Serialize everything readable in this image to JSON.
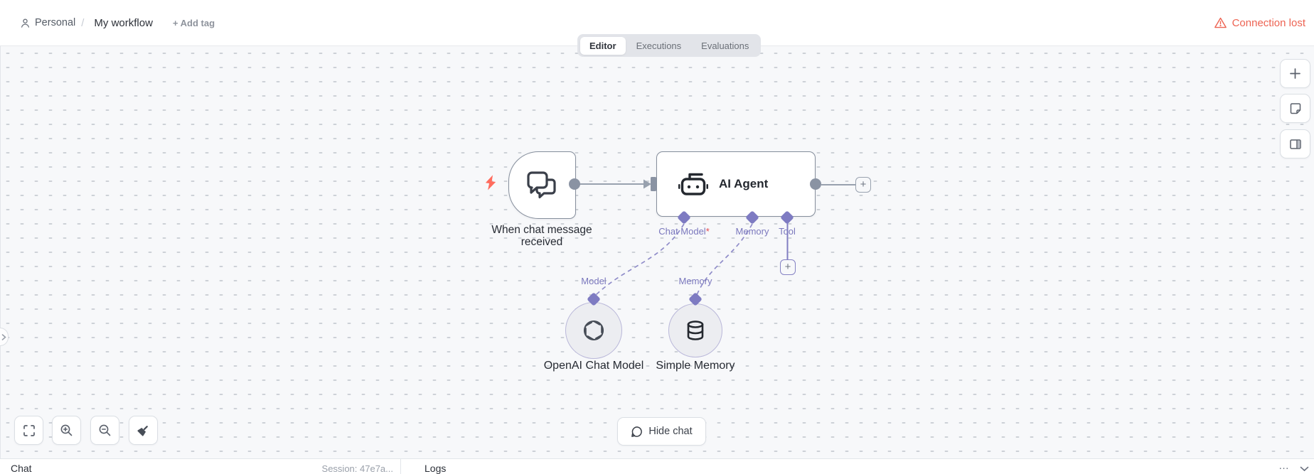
{
  "header": {
    "breadcrumb": {
      "project": "Personal",
      "separator": "/",
      "workflow_name": "My workflow",
      "add_tag_label": "+ Add tag"
    },
    "connection_status": {
      "label": "Connection lost",
      "color": "#ed6352"
    }
  },
  "tabs": [
    {
      "label": "Editor",
      "active": true
    },
    {
      "label": "Executions",
      "active": false
    },
    {
      "label": "Evaluations",
      "active": false
    }
  ],
  "canvas": {
    "trigger_node": {
      "label": "When chat message received",
      "icon": "chat-bubbles-icon"
    },
    "agent_node": {
      "title": "AI Agent",
      "icon": "robot-icon",
      "inputs": [
        {
          "label": "Chat Model",
          "required_marker": "*"
        },
        {
          "label": "Memory",
          "required_marker": ""
        },
        {
          "label": "Tool",
          "required_marker": ""
        }
      ],
      "add_output_button": "+",
      "add_tool_button": "+"
    },
    "sub_nodes": [
      {
        "port_label": "Model",
        "label": "OpenAI Chat Model",
        "icon": "openai-logo-icon"
      },
      {
        "port_label": "Memory",
        "label": "Simple Memory",
        "icon": "database-icon"
      }
    ],
    "left_toolbar_icons": [
      "fit-view-icon",
      "zoom-in-icon",
      "zoom-out-icon",
      "tidy-up-icon"
    ],
    "right_toolbar_icons": [
      "plus-icon",
      "sticky-note-icon",
      "toggle-panel-icon"
    ],
    "hide_chat_label": "Hide chat"
  },
  "bottom_bar": {
    "chat_panel_title": "Chat",
    "session": "Session: 47e7a...",
    "logs_panel_title": "Logs",
    "overflow": "…"
  },
  "colors": {
    "accent_purple": "#7e7bc2",
    "port_label_purple": "#7a77bd",
    "connector_gray": "#98a1ae",
    "node_border": "#858e9c",
    "canvas_bg": "#f7f8fa",
    "danger": "#ed6352",
    "trigger_bolt": "#ff6c5e"
  }
}
